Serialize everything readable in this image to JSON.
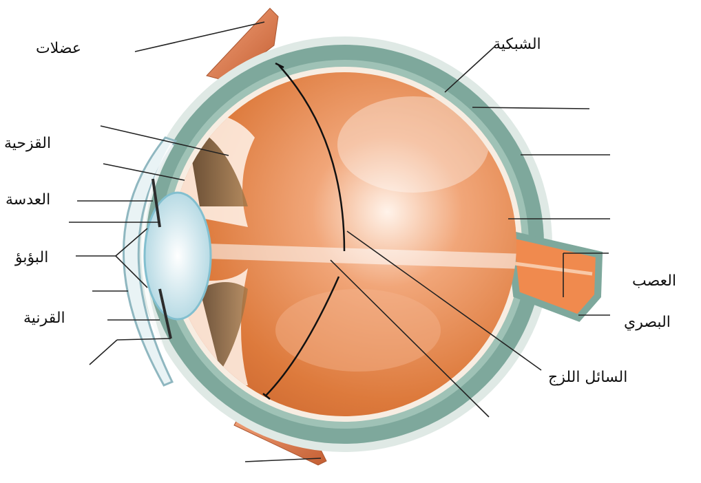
{
  "diagram": {
    "labels": {
      "muscles": "عضلات",
      "iris": "القزحية",
      "lens": "العدسة",
      "pupil": "البؤبؤ",
      "cornea": "القرنية",
      "retina": "الشبكية",
      "optic_nerve_line1": "العصب",
      "optic_nerve_line2": "البصري",
      "vitreous": "السائل اللزج"
    },
    "colors": {
      "vitreous": "#dd7a3c",
      "vitreous_light": "#f6c6a4",
      "sclera": "#7ea89c",
      "muscle": "#d97a4e",
      "lens": "#cfe6ee",
      "iris": "#6a4a2a",
      "leader_line": "#222222"
    }
  }
}
